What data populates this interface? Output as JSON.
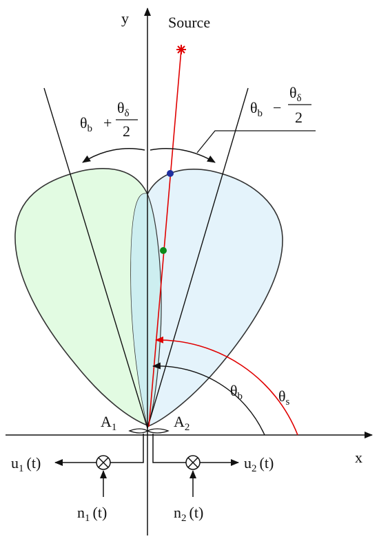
{
  "labels": {
    "y_axis": "y",
    "x_axis": "x",
    "source": "Source",
    "antenna_1": "A",
    "antenna_1_sub": "1",
    "antenna_2": "A",
    "antenna_2_sub": "2",
    "theta": "θ",
    "theta_b_sub": "b",
    "theta_s_sub": "s",
    "theta_delta_sub": "δ",
    "plus": "+",
    "minus": "−",
    "two": "2",
    "u_letter": "u",
    "n_letter": "n",
    "sub_1": "1",
    "sub_2": "2",
    "t_arg": "(t)"
  },
  "colors": {
    "lobe_left": "#e2fbe2",
    "lobe_right": "#e4f3fb",
    "overlap": "#cdeef0",
    "source_ray": "#e00000",
    "theta_s_arc": "#e00000",
    "point_blue": "#1f2fa0",
    "point_green": "#0a8a1a",
    "source_marker": "#e00000",
    "ink": "#111111"
  }
}
